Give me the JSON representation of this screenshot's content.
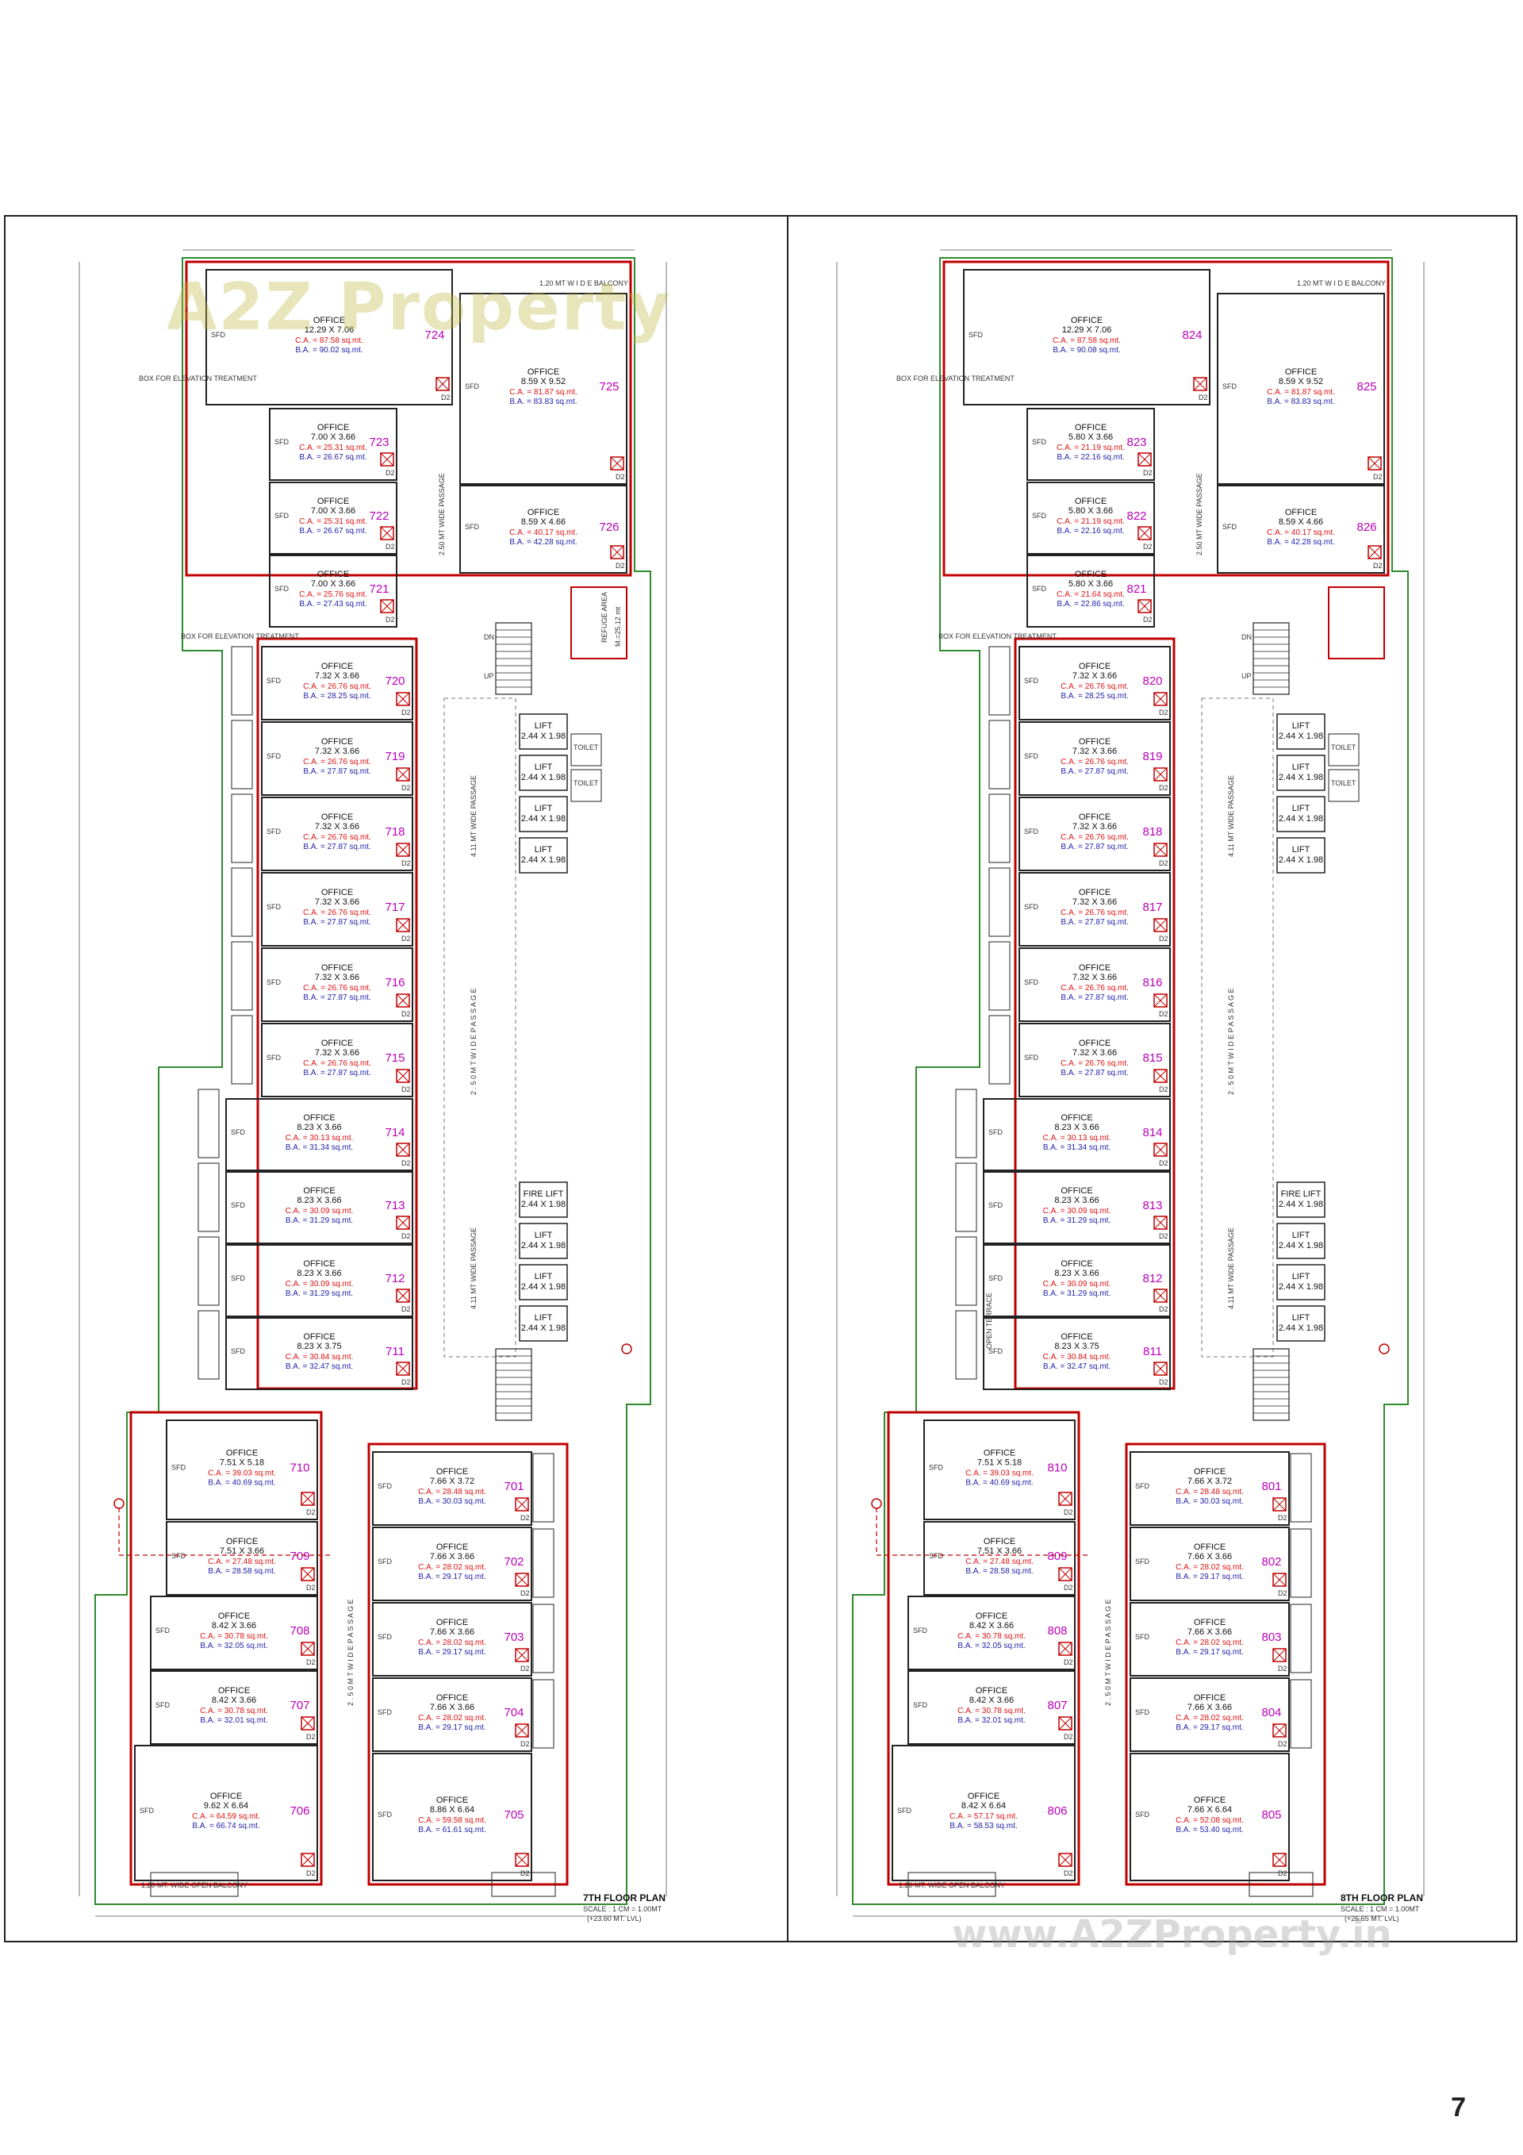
{
  "watermarks": {
    "top": "A2Z Property",
    "bottom": "www.A2ZProperty.in"
  },
  "page_number": "7",
  "plan_7": {
    "title": "7TH FLOOR PLAN",
    "scale": "SCALE : 1 CM = 1.00MT",
    "level": "(+23.60 MT. LVL)",
    "balcony_top": "1.20 MT W I D E BALCONY",
    "passage_north": "2.50 MT WIDE PASSAGE",
    "passage_mid_a": "4.11 MT WIDE PASSAGE",
    "passage_mid_b": "2 . 5 0 M T W I D E P A S S A G E",
    "passage_mid_c": "4.11 MT WIDE PASSAGE",
    "passage_south": "2 . 5 0 M T W I D E P A S S A G E",
    "refuge": "REFUGE AREA",
    "refuge_size": "M.=25.12 mt",
    "dn": "DN",
    "up": "UP",
    "box_elev": "BOX FOR ELEVATION TREATMENT",
    "open_balcony": "1.20 MT. WIDE OPEN BALCONY",
    "lifts": [
      "LIFT",
      "LIFT",
      "LIFT",
      "LIFT"
    ],
    "lift_size": "2.44 X 1.98",
    "fire_lift": "FIRE LIFT",
    "lifts2": [
      "LIFT",
      "LIFT",
      "LIFT"
    ],
    "toilet": "TOILET",
    "sfd": "SFD",
    "d2": "D2",
    "units": [
      {
        "no": "724",
        "size": "12.29 X 7.06",
        "ca": "C.A. = 87.58 sq.mt.",
        "ba": "B.A. = 90.02 sq.mt."
      },
      {
        "no": "725",
        "size": "8.59 X 9.52",
        "ca": "C.A. = 81.87 sq.mt.",
        "ba": "B.A. = 83.83 sq.mt."
      },
      {
        "no": "723",
        "size": "7.00 X 3.66",
        "ca": "C.A. = 25.31 sq.mt.",
        "ba": "B.A. = 26.67 sq.mt."
      },
      {
        "no": "722",
        "size": "7.00 X 3.66",
        "ca": "C.A. = 25.31 sq.mt.",
        "ba": "B.A. = 26.67 sq.mt."
      },
      {
        "no": "726",
        "size": "8.59 X 4.66",
        "ca": "C.A. = 40.17 sq.mt.",
        "ba": "B.A. = 42.28 sq.mt."
      },
      {
        "no": "721",
        "size": "7.00 X 3.66",
        "ca": "C.A. = 25.76 sq.mt.",
        "ba": "B.A. = 27.43 sq.mt."
      },
      {
        "no": "720",
        "size": "7.32 X 3.66",
        "ca": "C.A. = 26.76 sq.mt.",
        "ba": "B.A. = 28.25 sq.mt."
      },
      {
        "no": "719",
        "size": "7.32 X 3.66",
        "ca": "C.A. = 26.76 sq.mt.",
        "ba": "B.A. = 27.87 sq.mt."
      },
      {
        "no": "718",
        "size": "7.32 X 3.66",
        "ca": "C.A. = 26.76 sq.mt.",
        "ba": "B.A. = 27.87 sq.mt."
      },
      {
        "no": "717",
        "size": "7.32 X 3.66",
        "ca": "C.A. = 26.76 sq.mt.",
        "ba": "B.A. = 27.87 sq.mt."
      },
      {
        "no": "716",
        "size": "7.32 X 3.66",
        "ca": "C.A. = 26.76 sq.mt.",
        "ba": "B.A. = 27.87 sq.mt."
      },
      {
        "no": "715",
        "size": "7.32 X 3.66",
        "ca": "C.A. = 26.76 sq.mt.",
        "ba": "B.A. = 27.87 sq.mt."
      },
      {
        "no": "714",
        "size": "8.23 X 3.66",
        "ca": "C.A. = 30.13 sq.mt.",
        "ba": "B.A. = 31.34 sq.mt."
      },
      {
        "no": "713",
        "size": "8.23 X 3.66",
        "ca": "C.A. = 30.09 sq.mt.",
        "ba": "B.A. = 31.29 sq.mt."
      },
      {
        "no": "712",
        "size": "8.23 X 3.66",
        "ca": "C.A. = 30.09 sq.mt.",
        "ba": "B.A. = 31.29 sq.mt."
      },
      {
        "no": "711",
        "size": "8.23 X 3.75",
        "ca": "C.A. = 30.84 sq.mt.",
        "ba": "B.A. = 32.47 sq.mt."
      },
      {
        "no": "710",
        "size": "7.51 X 5.18",
        "ca": "C.A. = 39.03 sq.mt.",
        "ba": "B.A. = 40.69 sq.mt."
      },
      {
        "no": "709",
        "size": "7.51 X 3.66",
        "ca": "C.A. = 27.48 sq.mt.",
        "ba": "B.A. = 28.58 sq.mt."
      },
      {
        "no": "708",
        "size": "8.42 X 3.66",
        "ca": "C.A. = 30.78 sq.mt.",
        "ba": "B.A. = 32.05 sq.mt."
      },
      {
        "no": "707",
        "size": "8.42 X 3.66",
        "ca": "C.A. = 30.78 sq.mt.",
        "ba": "B.A. = 32.01 sq.mt."
      },
      {
        "no": "706",
        "size": "9.62 X 6.64",
        "ca": "C.A. = 64.59 sq.mt.",
        "ba": "B.A. = 66.74 sq.mt."
      },
      {
        "no": "701",
        "size": "7.66 X 3.72",
        "ca": "C.A. = 28.48 sq.mt.",
        "ba": "B.A. = 30.03 sq.mt."
      },
      {
        "no": "702",
        "size": "7.66 X 3.66",
        "ca": "C.A. = 28.02 sq.mt.",
        "ba": "B.A. = 29.17 sq.mt."
      },
      {
        "no": "703",
        "size": "7.66 X 3.66",
        "ca": "C.A. = 28.02 sq.mt.",
        "ba": "B.A. = 29.17 sq.mt."
      },
      {
        "no": "704",
        "size": "7.66 X 3.66",
        "ca": "C.A. = 28.02 sq.mt.",
        "ba": "B.A. = 29.17 sq.mt."
      },
      {
        "no": "705",
        "size": "8.86 X 6.64",
        "ca": "C.A. = 59.58 sq.mt.",
        "ba": "B.A. = 61.61 sq.mt."
      }
    ]
  },
  "plan_8": {
    "title": "8TH FLOOR PLAN",
    "scale": "SCALE : 1 CM = 1.00MT",
    "level": "(+26.65 MT. LVL)",
    "balcony_top": "1.20 MT W I D E BALCONY",
    "terrace": "OPEN TERRACE",
    "open_balcony": "1.20 MT. WIDE OPEN BALCONY",
    "fire_lift": "FIRE LIFT",
    "lift_size": "2.44 X 1.98",
    "units": [
      {
        "no": "824",
        "size": "12.29 X 7.06",
        "ca": "C.A. = 87.58 sq.mt.",
        "ba": "B.A. = 90.08 sq.mt."
      },
      {
        "no": "825",
        "size": "8.59 X 9.52",
        "ca": "C.A. = 81.87 sq.mt.",
        "ba": "B.A. = 83.83 sq.mt."
      },
      {
        "no": "823",
        "size": "5.80 X 3.66",
        "ca": "C.A. = 21.19 sq.mt.",
        "ba": "B.A. = 22.16 sq.mt."
      },
      {
        "no": "822",
        "size": "5.80 X 3.66",
        "ca": "C.A. = 21.19 sq.mt.",
        "ba": "B.A. = 22.16 sq.mt."
      },
      {
        "no": "826",
        "size": "8.59 X 4.66",
        "ca": "C.A. = 40.17 sq.mt.",
        "ba": "B.A. = 42.28 sq.mt."
      },
      {
        "no": "821",
        "size": "5.80 X 3.66",
        "ca": "C.A. = 21.64 sq.mt.",
        "ba": "B.A. = 22.86 sq.mt."
      },
      {
        "no": "820",
        "size": "7.32 X 3.66",
        "ca": "C.A. = 26.76 sq.mt.",
        "ba": "B.A. = 28.25 sq.mt."
      },
      {
        "no": "819",
        "size": "7.32 X 3.66",
        "ca": "C.A. = 26.76 sq.mt.",
        "ba": "B.A. = 27.87 sq.mt."
      },
      {
        "no": "818",
        "size": "7.32 X 3.66",
        "ca": "C.A. = 26.76 sq.mt.",
        "ba": "B.A. = 27.87 sq.mt."
      },
      {
        "no": "817",
        "size": "7.32 X 3.66",
        "ca": "C.A. = 26.76 sq.mt.",
        "ba": "B.A. = 27.87 sq.mt."
      },
      {
        "no": "816",
        "size": "7.32 X 3.66",
        "ca": "C.A. = 26.76 sq.mt.",
        "ba": "B.A. = 27.87 sq.mt."
      },
      {
        "no": "815",
        "size": "7.32 X 3.66",
        "ca": "C.A. = 26.76 sq.mt.",
        "ba": "B.A. = 27.87 sq.mt."
      },
      {
        "no": "814",
        "size": "8.23 X 3.66",
        "ca": "C.A. = 30.13 sq.mt.",
        "ba": "B.A. = 31.34 sq.mt."
      },
      {
        "no": "813",
        "size": "8.23 X 3.66",
        "ca": "C.A. = 30.09 sq.mt.",
        "ba": "B.A. = 31.29 sq.mt."
      },
      {
        "no": "812",
        "size": "8.23 X 3.66",
        "ca": "C.A. = 30.09 sq.mt.",
        "ba": "B.A. = 31.29 sq.mt."
      },
      {
        "no": "811",
        "size": "8.23 X 3.75",
        "ca": "C.A. = 30.84 sq.mt.",
        "ba": "B.A. = 32.47 sq.mt."
      },
      {
        "no": "810",
        "size": "7.51 X 5.18",
        "ca": "C.A. = 39.03 sq.mt.",
        "ba": "B.A. = 40.69 sq.mt."
      },
      {
        "no": "809",
        "size": "7.51 X 3.66",
        "ca": "C.A. = 27.48 sq.mt.",
        "ba": "B.A. = 28.58 sq.mt."
      },
      {
        "no": "808",
        "size": "8.42 X 3.66",
        "ca": "C.A. = 30.78 sq.mt.",
        "ba": "B.A. = 32.05 sq.mt."
      },
      {
        "no": "807",
        "size": "8.42 X 3.66",
        "ca": "C.A. = 30.78 sq.mt.",
        "ba": "B.A. = 32.01 sq.mt."
      },
      {
        "no": "806",
        "size": "8.42 X 6.64",
        "ca": "C.A. = 57.17 sq.mt.",
        "ba": "B.A. = 58.53 sq.mt."
      },
      {
        "no": "801",
        "size": "7.66 X 3.72",
        "ca": "C.A. = 28.48 sq.mt.",
        "ba": "B.A. = 30.03 sq.mt."
      },
      {
        "no": "802",
        "size": "7.66 X 3.66",
        "ca": "C.A. = 28.02 sq.mt.",
        "ba": "B.A. = 29.17 sq.mt."
      },
      {
        "no": "803",
        "size": "7.66 X 3.66",
        "ca": "C.A. = 28.02 sq.mt.",
        "ba": "B.A. = 29.17 sq.mt."
      },
      {
        "no": "804",
        "size": "7.66 X 3.66",
        "ca": "C.A. = 28.02 sq.mt.",
        "ba": "B.A. = 29.17 sq.mt."
      },
      {
        "no": "805",
        "size": "7.66 X 6.64",
        "ca": "C.A. = 52.08 sq.mt.",
        "ba": "B.A. = 53.40 sq.mt."
      }
    ]
  },
  "colors": {
    "wall": "#c00000",
    "line": "#222222",
    "green": "#2e8b2e",
    "blue": "#1a2bb0",
    "magenta": "#b000b0"
  }
}
